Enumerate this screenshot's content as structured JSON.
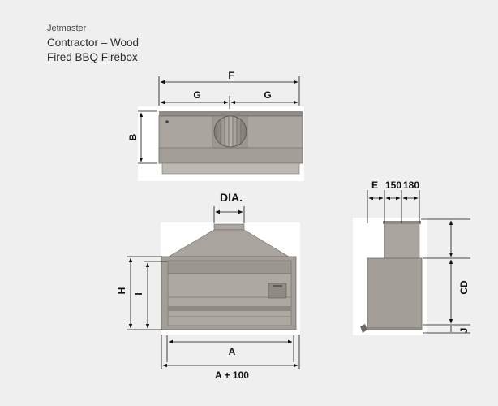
{
  "header": {
    "brand": "Jetmaster",
    "title_line1": "Contractor – Wood",
    "title_line2": "Fired BBQ Firebox"
  },
  "dimensions": {
    "F": "F",
    "G_left": "G",
    "G_right": "G",
    "B": "B",
    "DIA": "DIA.",
    "H": "H",
    "I": "I",
    "A": "A",
    "A100": "A + 100",
    "E": "E",
    "D150": "150",
    "D180": "180",
    "CD": "CD",
    "J": "J"
  },
  "colors": {
    "background": "#efefef",
    "body": "#a9a49d",
    "body_dark": "#6e6a64",
    "line": "#111111"
  }
}
